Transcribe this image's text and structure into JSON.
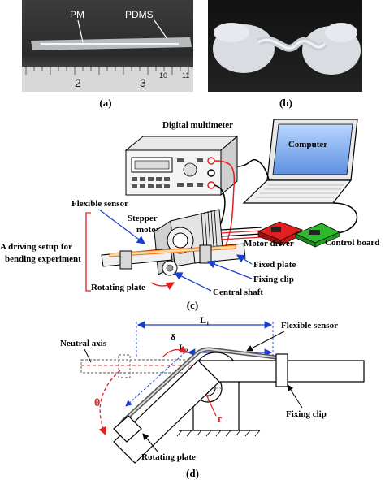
{
  "panel_a": {
    "caption": "(a)",
    "labels": {
      "pm": "PM",
      "pdms": "PDMS"
    },
    "ruler_marks": [
      "2",
      "3",
      "10",
      "11"
    ]
  },
  "panel_b": {
    "caption": "(b)"
  },
  "panel_c": {
    "caption": "(c)",
    "labels": {
      "multimeter": "Digital multimeter",
      "computer": "Computer",
      "flexible_sensor": "Flexible sensor",
      "stepper_motor_1": "Stepper",
      "stepper_motor_2": "motor",
      "setup_1": "A driving setup for",
      "setup_2": "bending experiment",
      "motor_driver": "Motor driver",
      "control_board": "Control board",
      "fixed_plate": "Fixed plate",
      "fixing_clip": "Fixing clip",
      "rotating_plate": "Rotating plate",
      "central_shaft": "Central shaft"
    }
  },
  "panel_d": {
    "caption": "(d)",
    "labels": {
      "neutral_axis": "Neutral axis",
      "flexible_sensor": "Flexible sensor",
      "l1": "L₁",
      "l2": "L₂",
      "delta": "δ",
      "theta": "θ",
      "r": "r",
      "fixing_clip": "Fixing clip",
      "rotating_plate": "Rotating plate"
    }
  },
  "colors": {
    "red": "#e02020",
    "blue": "#1a3fd0",
    "green": "#2eb82e",
    "orange": "#ff6a00"
  }
}
